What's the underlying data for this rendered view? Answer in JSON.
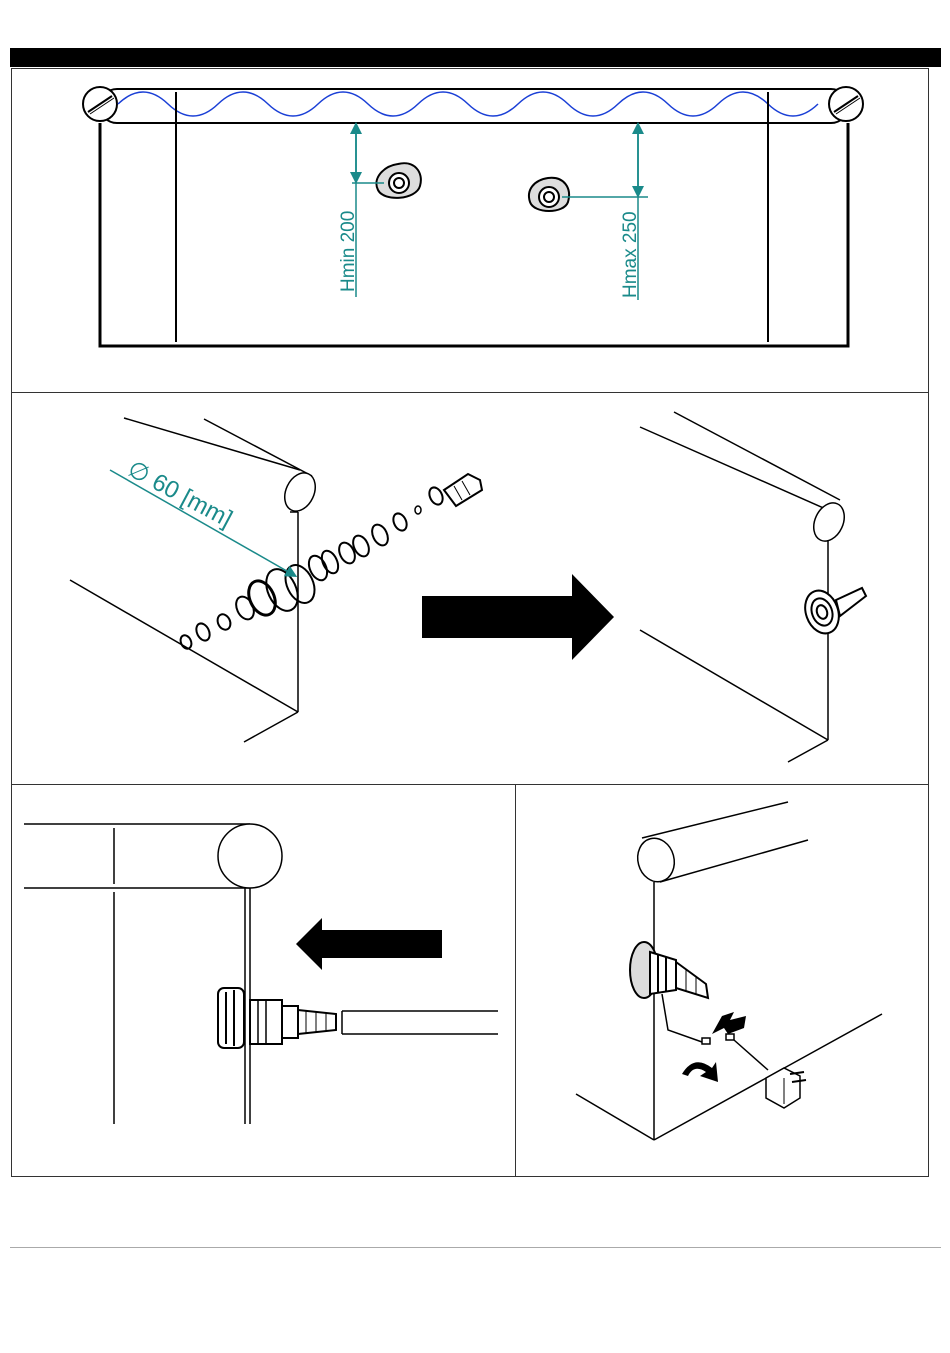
{
  "panel1": {
    "dimension_min": "Hmin  200",
    "dimension_max": "Hmax  250"
  },
  "panel2": {
    "diameter_label": "∅ 60 [mm]"
  },
  "colors": {
    "dimension": "#1a8a8a",
    "water": "#1a3fd6",
    "line": "#000000"
  },
  "icons": {
    "arrow_right": "arrow-right-icon",
    "arrow_left": "arrow-left-icon",
    "rotate": "rotate-arrow-icon",
    "plug": "power-plug-icon"
  }
}
